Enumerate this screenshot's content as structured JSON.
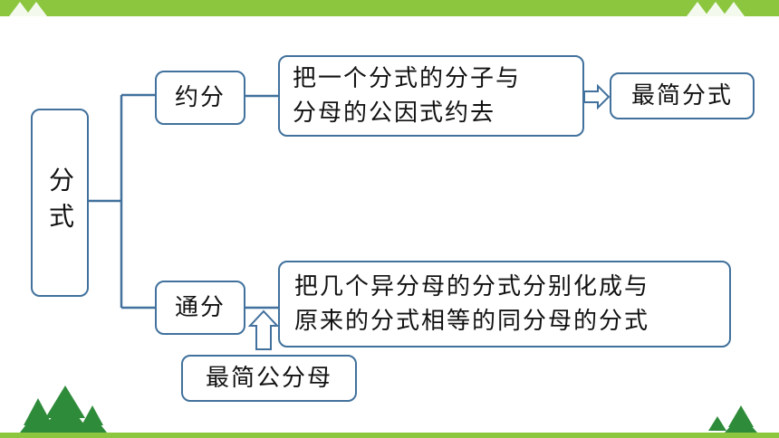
{
  "root": {
    "label": "分式"
  },
  "branch_top": {
    "label": "约分",
    "definition_line1": "把一个分式的分子与",
    "definition_line2": "分母的公因式约去",
    "result": "最简分式"
  },
  "branch_bottom": {
    "label": "通分",
    "definition_line1": "把几个异分母的分式分别化成与",
    "definition_line2": "原来的分式相等的同分母的分式",
    "key": "最简公分母"
  },
  "colors": {
    "border": "#41719c",
    "band": "#8cc63f",
    "tree": "#2e8b3a"
  }
}
